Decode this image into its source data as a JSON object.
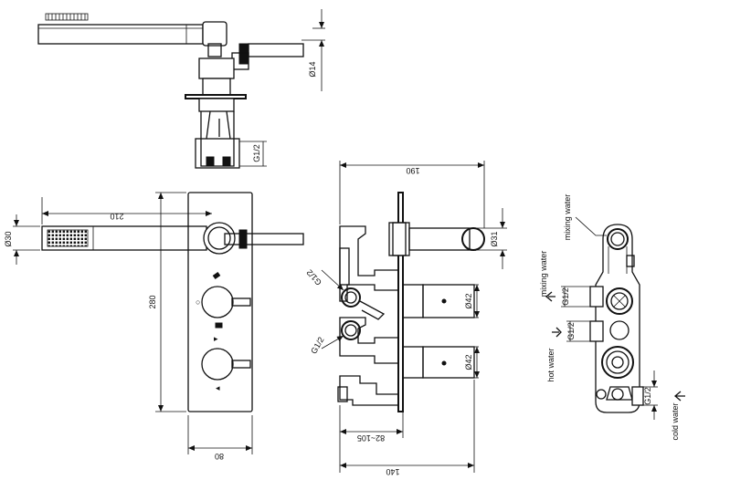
{
  "top_view": {
    "dim_height": "Ø14",
    "dim_thread": "G1/2"
  },
  "front_view": {
    "dim_handshower_length": "210",
    "dim_handshower_diameter": "Ø30",
    "dim_plate_height": "280",
    "dim_plate_width": "80"
  },
  "side_view": {
    "dim_total_depth": "190",
    "dim_holder_diameter": "Ø31",
    "dim_inlet_upper": "G1/2",
    "dim_inlet_lower": "G1/2",
    "dim_handle_upper": "Ø42",
    "dim_handle_lower": "Ø42",
    "dim_mount_range": "82~105",
    "dim_body_depth": "140"
  },
  "body_view": {
    "label_mixing_water_top": "mixing water",
    "label_mixing_water_side": "mixing water",
    "label_hot_water": "hot water",
    "label_cold_water": "cold water",
    "dim_thread_upper": "G1/2",
    "dim_thread_middle": "G1/2",
    "dim_thread_lower": "G1/2"
  }
}
